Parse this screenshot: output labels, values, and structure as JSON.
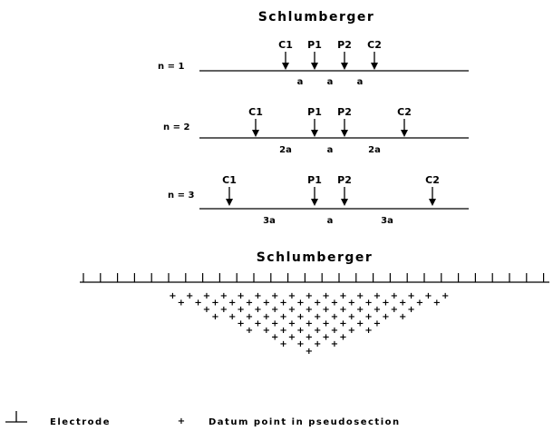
{
  "title_top": "Schlumberger",
  "title_bottom": "Schlumberger",
  "arrays": [
    {
      "n_label": "n = 1",
      "electrodes": [
        "C1",
        "P1",
        "P2",
        "C2"
      ],
      "spacings": [
        "a",
        "a",
        "a"
      ]
    },
    {
      "n_label": "n = 2",
      "electrodes": [
        "C1",
        "P1",
        "P2",
        "C2"
      ],
      "spacings": [
        "2a",
        "a",
        "2a"
      ]
    },
    {
      "n_label": "n = 3",
      "electrodes": [
        "C1",
        "P1",
        "P2",
        "C2"
      ],
      "spacings": [
        "3a",
        "a",
        "3a"
      ]
    }
  ],
  "pseudosection": {
    "electrode_count": 28,
    "levels": [
      {
        "level": 1,
        "points": 17
      },
      {
        "level": 2,
        "points": 16
      },
      {
        "level": 3,
        "points": 13
      },
      {
        "level": 4,
        "points": 12
      },
      {
        "level": 5,
        "points": 9
      },
      {
        "level": 6,
        "points": 8
      },
      {
        "level": 7,
        "points": 5
      },
      {
        "level": 8,
        "points": 4
      },
      {
        "level": 9,
        "points": 1
      }
    ]
  },
  "legend": {
    "electrode_label": "Electrode",
    "datum_label": "Datum point in pseudosection",
    "electrode_icon": "electrode-symbol-icon",
    "datum_icon": "plus-icon"
  }
}
